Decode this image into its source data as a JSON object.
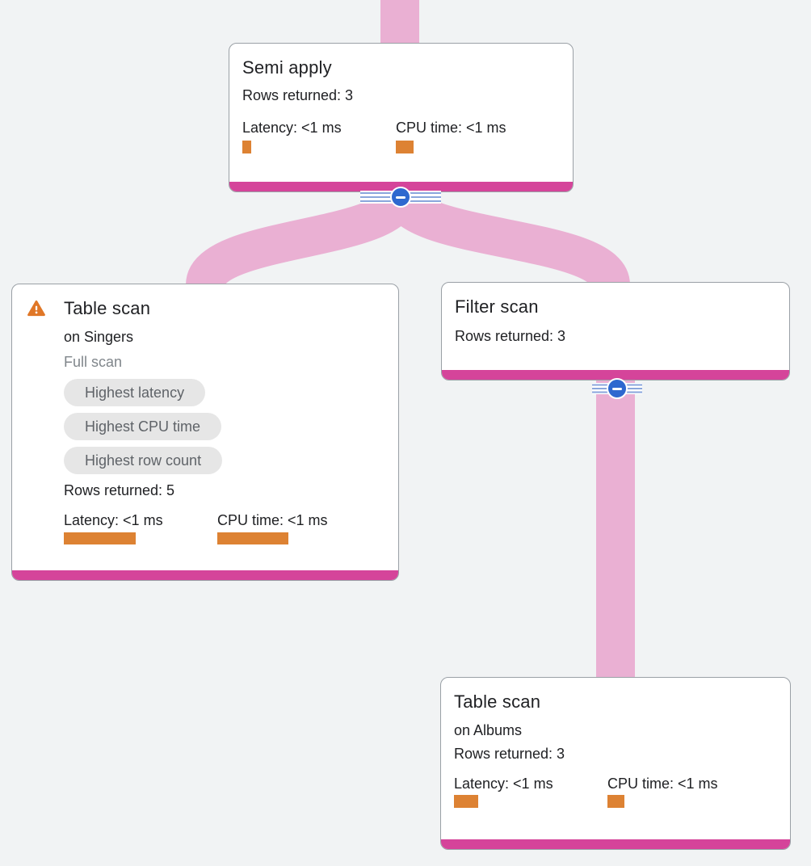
{
  "app": {
    "name": "Query plan visualizer"
  },
  "colors": {
    "background": "#f1f3f4",
    "edge_pink": "#eab0d3",
    "node_accent_bar": "#d5449a",
    "metric_bar_orange": "#dd8233",
    "collapse_button_blue": "#2e68cf",
    "warning_orange": "#e07727",
    "badge_background": "#e6e6e6",
    "badge_text": "#5f6368",
    "card_border": "#9aa0a6"
  },
  "nodes": [
    {
      "id": "semi-apply",
      "title": "Semi apply",
      "rows_returned": "Rows returned: 3",
      "latency_label": "Latency: <1 ms",
      "cpu_label": "CPU time: <1 ms"
    },
    {
      "id": "table-scan-singers",
      "has_warning": true,
      "title": "Table scan",
      "subtitle": "on Singers",
      "scan_type": "Full scan",
      "badges": [
        "Highest latency",
        "Highest CPU time",
        "Highest row count"
      ],
      "rows_returned": "Rows returned: 5",
      "latency_label": "Latency: <1 ms",
      "cpu_label": "CPU time: <1 ms"
    },
    {
      "id": "filter-scan",
      "title": "Filter scan",
      "rows_returned": "Rows returned: 3"
    },
    {
      "id": "table-scan-albums",
      "title": "Table scan",
      "subtitle": "on Albums",
      "rows_returned": "Rows returned: 3",
      "latency_label": "Latency: <1 ms",
      "cpu_label": "CPU time: <1 ms"
    }
  ],
  "edges": [
    {
      "from": "parent-above-viewport",
      "to": "semi-apply"
    },
    {
      "from": "semi-apply",
      "to": "table-scan-singers"
    },
    {
      "from": "semi-apply",
      "to": "filter-scan"
    },
    {
      "from": "filter-scan",
      "to": "table-scan-albums"
    }
  ]
}
